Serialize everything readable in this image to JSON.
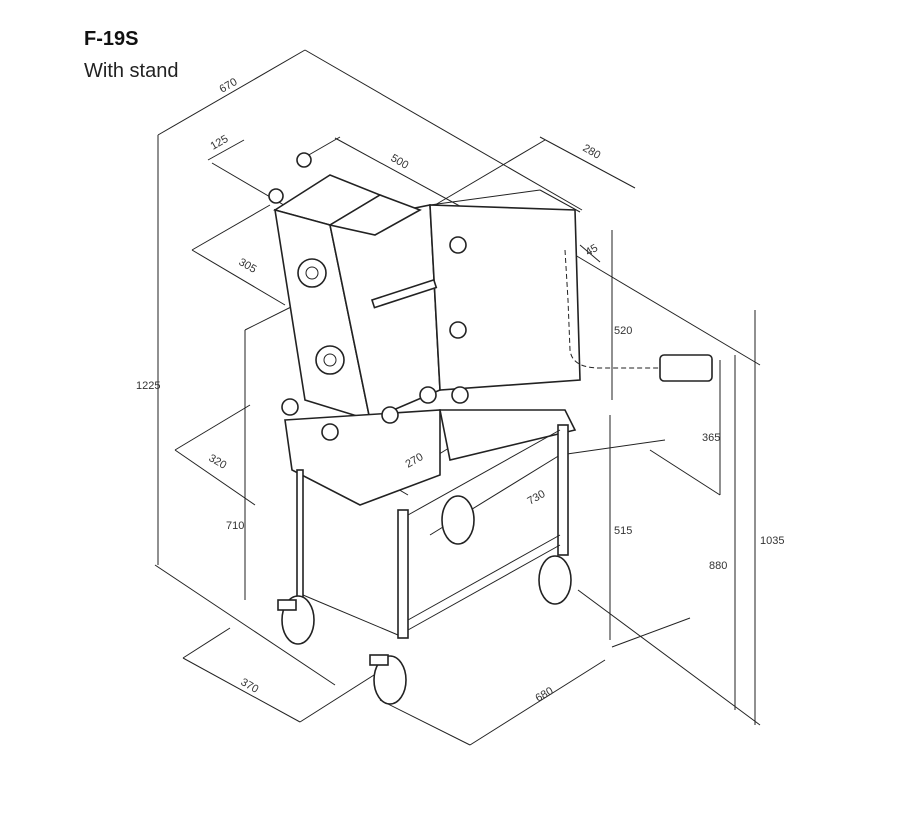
{
  "header": {
    "title": "F-19S",
    "subtitle": "With stand"
  },
  "dimensions": {
    "overall_width": "670",
    "hopper_offset": "125",
    "hopper_length": "500",
    "motor_depth": "280",
    "hopper_width": "305",
    "cable_offset": "45",
    "cable_height": "520",
    "total_height": "1225",
    "plug_height": "365",
    "tray_width": "320",
    "tray_depth": "270",
    "stand_length_top": "730",
    "tray_height": "710",
    "stand_top_height": "515",
    "plug_floor_height": "880",
    "motor_top_height": "1035",
    "stand_width": "370",
    "stand_length": "680"
  }
}
